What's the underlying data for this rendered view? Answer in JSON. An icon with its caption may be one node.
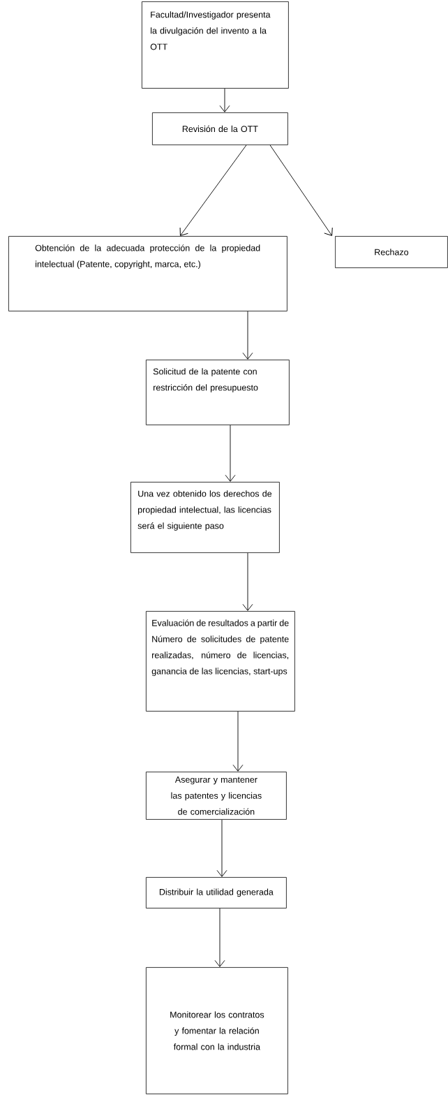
{
  "diagram": {
    "nodes": [
      {
        "text": [
          "Facultad/Investigador presenta la divulgación del invento a la OTT"
        ]
      },
      {
        "text": [
          "Revisión de la OTT"
        ]
      },
      {
        "text": [
          "Obtención de la adecuada protección de la propiedad intelectual (Patente, copyright, marca, etc.)"
        ]
      },
      {
        "text": [
          "Rechazo"
        ]
      },
      {
        "text": [
          "Solicitud de la patente con restricción del presupuesto"
        ]
      },
      {
        "text": [
          "Una vez obtenido los derechos de propiedad intelectual, las licencias será el siguiente paso"
        ]
      },
      {
        "text": [
          "Evaluación de resultados a partir de Número de solicitudes de patente realizadas, número de licencias, ganancia de las licencias, start-ups"
        ]
      },
      {
        "text": [
          "Asegurar y mantener las patentes y licencias de comercialización"
        ]
      },
      {
        "text": [
          "Distribuir la utilidad generada"
        ]
      },
      {
        "text": [
          "Monitorear los contratos y fomentar la relación formal con la industria"
        ]
      }
    ],
    "edges": [
      {
        "from": 0,
        "to": 1,
        "arrow": "to"
      },
      {
        "from": 1,
        "to": 2,
        "arrow": "to"
      },
      {
        "from": 1,
        "to": 3,
        "arrow": "to"
      },
      {
        "from": 2,
        "to": 4,
        "arrow": "to"
      },
      {
        "from": 4,
        "to": 5,
        "arrow": "to"
      },
      {
        "from": 5,
        "to": 6,
        "arrow": "to"
      },
      {
        "from": 6,
        "to": 7,
        "arrow": "to"
      },
      {
        "from": 7,
        "to": 8,
        "arrow": "to"
      },
      {
        "from": 8,
        "to": 9,
        "arrow": "to"
      }
    ]
  }
}
